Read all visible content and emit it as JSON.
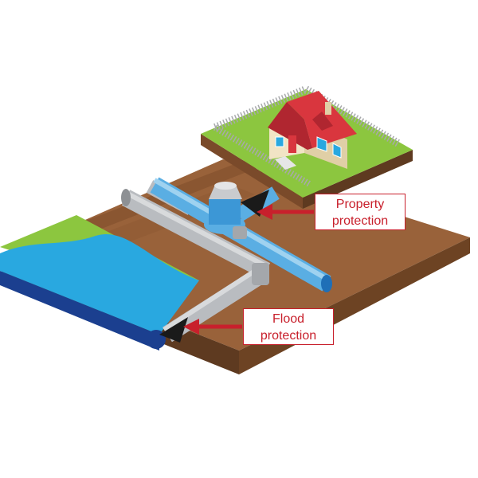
{
  "callouts": {
    "property": {
      "line1": "Property",
      "line2": "protection"
    },
    "flood": {
      "line1": "Flood",
      "line2": "protection"
    }
  },
  "colors": {
    "soil_top": "#99623a",
    "soil_side": "#7a4a2a",
    "soil_front": "#5e3a20",
    "grass": "#8cc63f",
    "water_light": "#29a8e0",
    "water_dark": "#1b3f8f",
    "pipe_grey": "#b9bcc0",
    "pipe_blue": "#5aaee3",
    "roof": "#d9363e",
    "house_wall": "#f1e4c5",
    "arrow": "#c8202c"
  },
  "icons": [
    "house-icon",
    "valve-icon",
    "arrow-icon"
  ]
}
